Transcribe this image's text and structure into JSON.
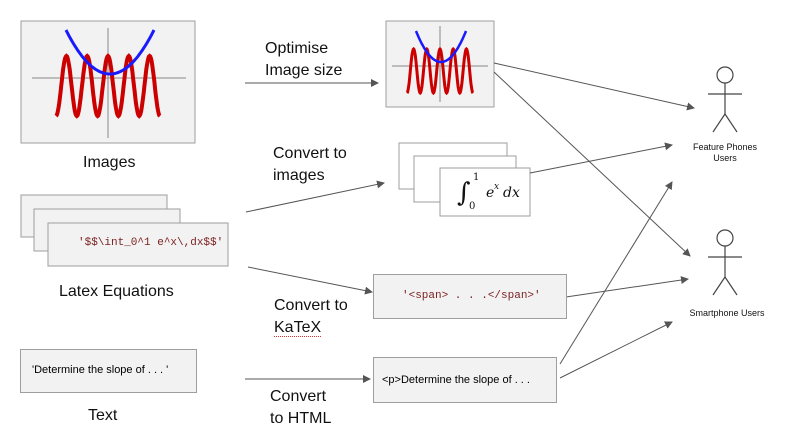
{
  "inputs": {
    "images_label": "Images",
    "latex_label": "Latex Equations",
    "latex_sample": "'$$\\int_0^1 e^x\\,dx$$'",
    "text_label": "Text",
    "text_sample": "'Determine the slope of . . . '"
  },
  "steps": {
    "optimise": [
      "Optimise",
      "Image size"
    ],
    "convert_images": [
      "Convert to",
      "images"
    ],
    "convert_katex": [
      "Convert to",
      "KaTeX"
    ],
    "convert_html": [
      "Convert",
      "to HTML"
    ]
  },
  "outputs": {
    "katex_sample": "'<span> . . .</span>'",
    "html_sample": "<p>Determine the slope of . . ."
  },
  "users": {
    "feature_phones": [
      "Feature Phones",
      "Users"
    ],
    "smartphone": "Smartphone Users"
  },
  "colors": {
    "parabola": "#1a1aff",
    "sine": "#cc0000",
    "arrow": "#555555",
    "box_fill": "#f2f2f2",
    "box_border": "#9e9e9e",
    "code_text": "#7a1f1f"
  }
}
